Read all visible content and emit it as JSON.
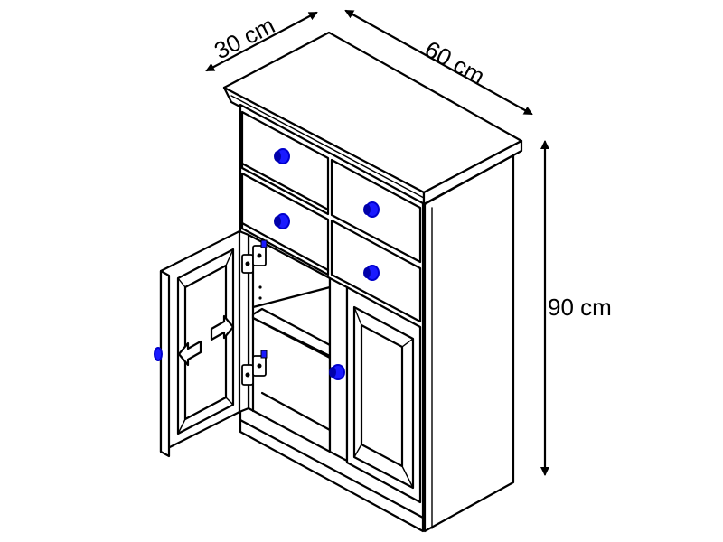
{
  "dimensions": {
    "depth": "30 cm",
    "width": "60 cm",
    "height": "90 cm"
  },
  "colors": {
    "outline": "#000000",
    "background": "#ffffff",
    "knob": "#1a1aff",
    "knob_dark": "#0000aa"
  },
  "icons": {
    "knob": "knob-icon",
    "arrow": "arrow-icon",
    "hinge": "hinge-icon"
  }
}
